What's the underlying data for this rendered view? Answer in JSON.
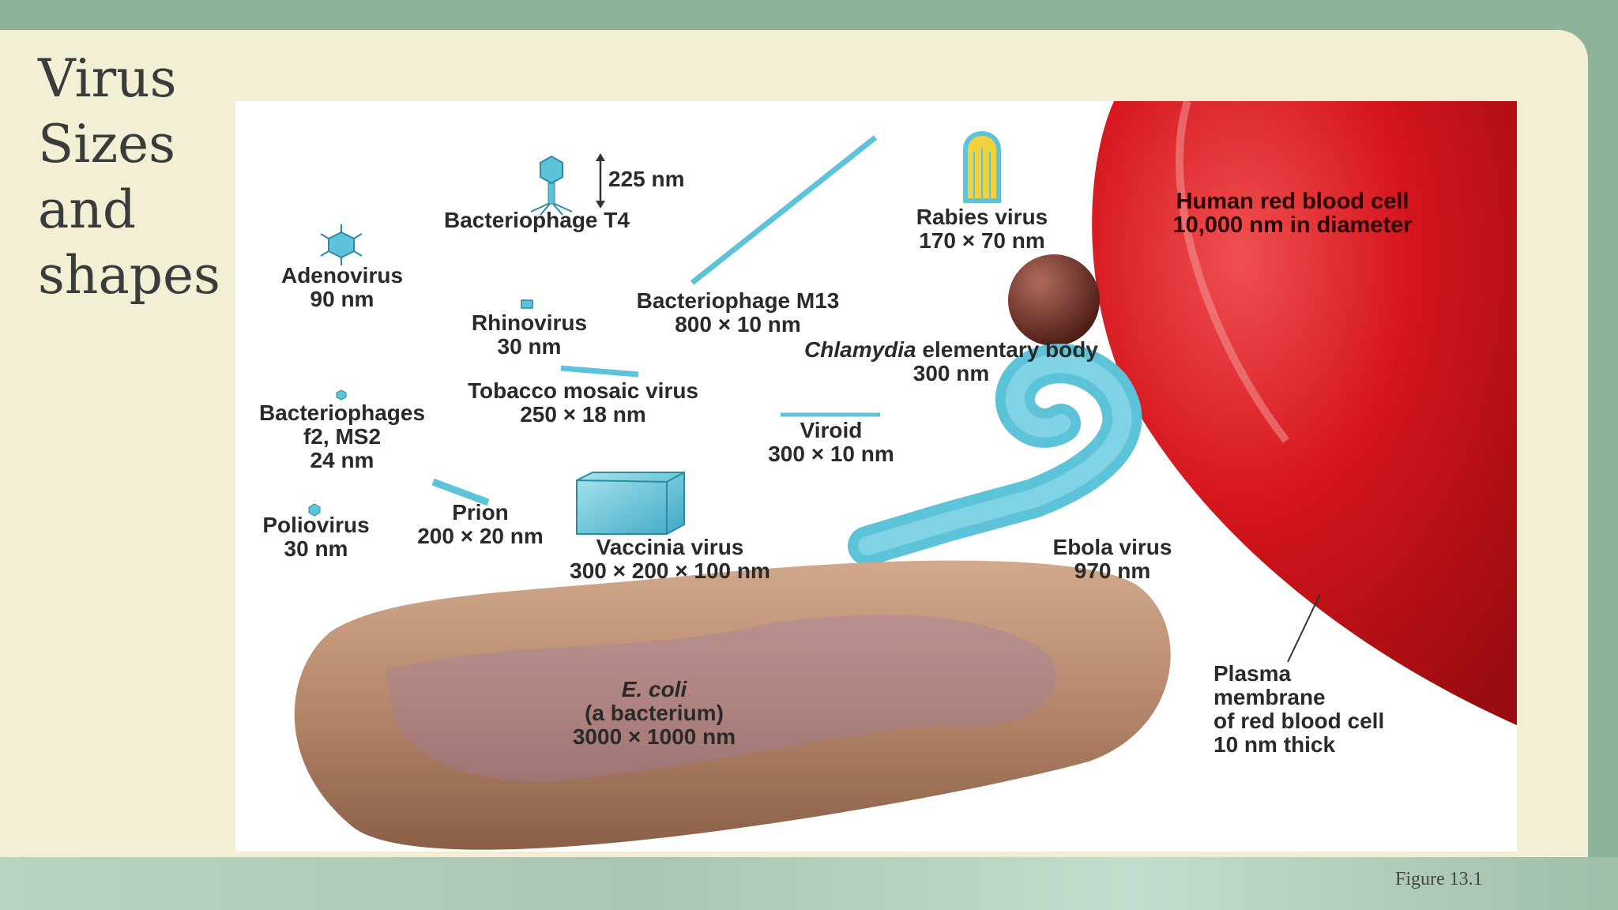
{
  "slide": {
    "title_lines": [
      "Virus",
      "Sizes",
      "and",
      "shapes"
    ],
    "caption": "Figure 13.1"
  },
  "figure": {
    "t4_scale": "225 nm",
    "bacteriophage_t4": "Bacteriophage T4",
    "adenovirus": {
      "name": "Adenovirus",
      "size": "90 nm"
    },
    "rhinovirus": {
      "name": "Rhinovirus",
      "size": "30 nm"
    },
    "m13": {
      "name": "Bacteriophage M13",
      "size": "800 × 10 nm"
    },
    "rabies": {
      "name": "Rabies virus",
      "size": "170 × 70 nm"
    },
    "rbc": {
      "line1": "Human red blood cell",
      "line2": "10,000 nm in diameter"
    },
    "chlamydia": {
      "italic": "Chlamydia",
      "rest": " elementary body",
      "size": "300 nm"
    },
    "tmv": {
      "name": "Tobacco mosaic virus",
      "size": "250 × 18 nm"
    },
    "phages_f2": {
      "line1": "Bacteriophages",
      "line2": "f2, MS2",
      "size": "24 nm"
    },
    "viroid": {
      "name": "Viroid",
      "size": "300 × 10 nm"
    },
    "prion": {
      "name": "Prion",
      "size": "200 × 20 nm"
    },
    "poliovirus": {
      "name": "Poliovirus",
      "size": "30 nm"
    },
    "vaccinia": {
      "name": "Vaccinia virus",
      "size": "300 × 200 × 100 nm"
    },
    "ebola": {
      "name": "Ebola virus",
      "size": "970 nm"
    },
    "ecoli": {
      "italic": "E. coli",
      "line2": "(a bacterium)",
      "size": "3000 × 1000 nm"
    },
    "membrane": {
      "line1": "Plasma",
      "line2": "membrane",
      "line3": "of red blood cell",
      "line4": "10 nm thick"
    },
    "colors": {
      "virus_blue": "#5cc3d9",
      "rbc_red": "#d4141c",
      "ecoli_tan": "#b5876a",
      "chlamydia": "#6e2a22"
    }
  }
}
